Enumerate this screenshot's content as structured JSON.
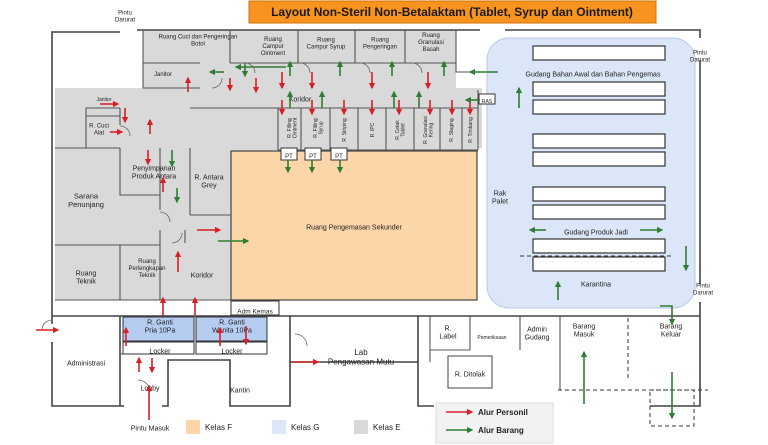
{
  "title": "Layout Non-Steril Non-Betalaktam (Tablet, Syrup dan Ointment)",
  "colors": {
    "title_bg": "#f7931e",
    "kelas_f": "#fcd5a8",
    "kelas_g": "#dbe6f8",
    "kelas_e": "#d9d9d9",
    "wall": "#444444",
    "personnel": "#d81f26",
    "goods": "#2e7d32",
    "ganti": "#b6cdf2"
  },
  "labels": {
    "pintu_darurat_1": "Pintu\nDarurat",
    "pintu_darurat_2": "Pintu\nDarurat",
    "pintu_darurat_3": "Pintu\nDarurat",
    "ruang_cuci_botol": "Ruang Cuci dan Pengeringan\nBotol",
    "ruang_campur_ointment": "Ruang\nCampur\nOintment",
    "ruang_campur_syrup": "Ruang\nCampur Syrup",
    "ruang_pengeringan": "Ruang\nPengeringan",
    "ruang_granulasi": "Ruang\nGranulasi\nBasah",
    "gudang_bahan": "Gudang Bahan Awal dan Bahan Pengemas",
    "janitor_top": "Janitor",
    "koridor_top": "Koridor",
    "ras": "RAS",
    "janitor_small": "Janitor",
    "r_cuci_alat": "R. Cuci\nAlat",
    "r_filling_ointment": "R. Filling\nOintment",
    "r_filling_syrup": "R. Filling\nSyrup",
    "r_striping": "R. Striping",
    "r_ipc": "R. IPC",
    "r_cetak_tablet": "R. Cetak\nTablet",
    "r_granulasi_kering": "R. Granulasi\nKering",
    "r_staging": "R. Staging",
    "r_timbang": "R. Timbang",
    "pt_1": "PT",
    "pt_2": "PT",
    "pt_3": "PT",
    "penyimpanan_produk_antara": "Penyimpanan\nProduk Antara",
    "r_antara_grey": "R. Antara\nGrey",
    "sarana_penunjang": "Sarana\nPenunjang",
    "ruang_pengemasan_sekunder": "Ruang Pengemasan Sekunder",
    "rak_palet": "Rak\nPalet",
    "gudang_produk_jadi": "Gudang Produk Jadi",
    "karantina": "Karantina",
    "ruang_teknik": "Ruang\nTeknik",
    "ruang_perlengkapan_teknik": "Ruang\nPerlengkapan\nTeknik",
    "koridor_mid": "Koridor",
    "adm_kemas": "Adm Kemas",
    "r_ganti_pria": "R. Ganti\nPria 10Pa",
    "r_ganti_wanita": "R. Ganti\nWanita 10Pa",
    "locker_1": "Locker",
    "locker_2": "Locker",
    "administrasi": "Administrasi",
    "lab_pengawasan_mutu": "Lab\nPengawasan Mutu",
    "r_label": "R.\nLabel",
    "pemeriksaan": "Pemeriksaan",
    "admin_gudang": "Admin\nGudang",
    "barang_masuk": "Barang\nMasuk",
    "barang_keluar": "Barang\nKeluar",
    "r_ditolak": "R. Ditolak",
    "kantin": "Kantin",
    "lobby": "Lobby",
    "pintu_masuk": "Pintu Masuk"
  },
  "legend": {
    "kelas_f": "Kelas F",
    "kelas_g": "Kelas G",
    "kelas_e": "Kelas E",
    "alur_personil": "Alur Personil",
    "alur_barang": "Alur Barang"
  }
}
